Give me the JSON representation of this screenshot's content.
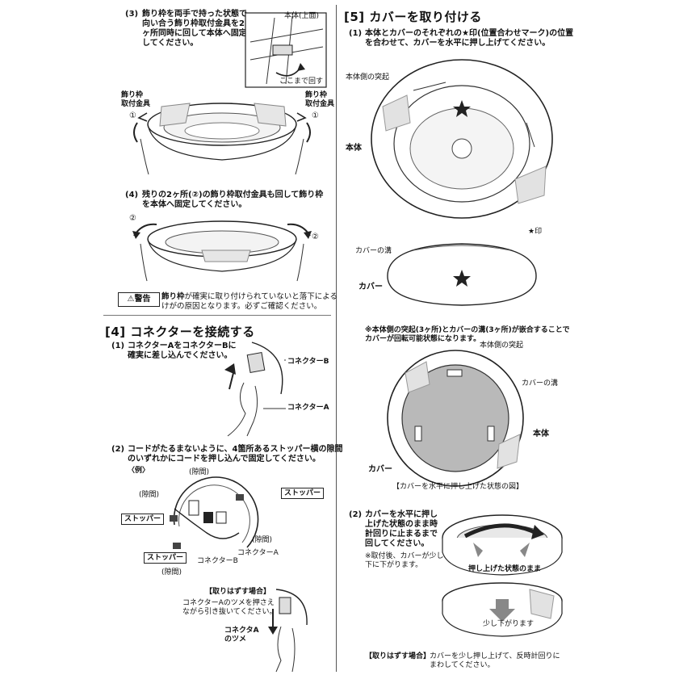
{
  "left": {
    "step3": {
      "num": "(3)",
      "text": "飾り枠を両手で持った状態で、\n向い合う飾り枠取付金具を2\nヶ所同時に回して本体へ固定\nしてください。",
      "label_body_top": "本体(上面)",
      "label_turn_here": "ここまで回す",
      "label_bracket_left": "飾り枠\n取付金具",
      "label_bracket_right": "飾り枠\n取付金具",
      "mark1_left": "①",
      "mark1_right": "①"
    },
    "step4": {
      "num": "(4)",
      "text": "残りの2ヶ所(②)の飾り枠取付金具も回して飾り枠\nを本体へ固定してください。",
      "mark2_left": "②",
      "mark2_right": "②"
    },
    "warning": {
      "badge": "⚠警告",
      "text_bold": "飾り枠",
      "text": "が確実に取り付けられていないと落下による\nけがの原因となります。必ずご確認ください。"
    },
    "section4": {
      "title": "[4] コネクターを接続する",
      "step1_num": "(1)",
      "step1_text": "コネクターAをコネクターBに\n確実に差し込んでください。",
      "label_conn_b": "コネクターB",
      "label_conn_a": "コネクターA",
      "step2_num": "(2)",
      "step2_text": "コードがたるまないように、4箇所あるストッパー横の隙間\nのいずれかにコードを押し込んで固定してください。",
      "example": "〈例〉",
      "gap": "(隙間)",
      "stopper": "ストッパー",
      "conn_b_small": "コネクターB",
      "conn_a_small": "コネクターA",
      "remove_title": "【取りはずす場合】",
      "remove_text": "コネクターAのツメを押さえ\nながら引き抜いてください。",
      "claw_label": "コネクタA\nのツメ"
    }
  },
  "right": {
    "section5": {
      "title": "[5] カバーを取り付ける",
      "step1_num": "(1)",
      "step1_text": "本体とカバーのそれぞれの★印(位置合わせマーク)の位置\nを合わせて、カバーを水平に押し上げてください。",
      "label_protrusion": "本体側の突起",
      "label_body": "本体",
      "label_star": "★印",
      "label_groove": "カバーの溝",
      "label_cover": "カバー",
      "note": "※本体側の突起(3ヶ所)とカバーの溝(3ヶ所)が嵌合することで\nカバーが回転可能状態になります。",
      "label_protrusion2": "本体側の突起",
      "label_groove2": "カバーの溝",
      "label_body2": "本体",
      "label_cover2": "カバー",
      "caption": "【カバーを水平に押し上げた状態の図】",
      "step2_num": "(2)",
      "step2_text": "カバーを水平に押し\n上げた状態のまま時\n計回りに止まるまで\n回してください。",
      "step2_note": "※取付後、カバーが少し\n下に下がります。",
      "label_pushed": "押し上げた状態のまま",
      "label_lowered": "少し下がります",
      "remove_title": "【取りはずす場合】",
      "remove_text": "カバーを少し押し上げて、反時計回りに\nまわしてください。"
    }
  }
}
